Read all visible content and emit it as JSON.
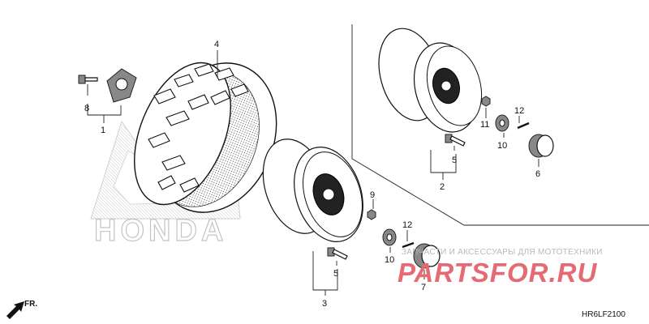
{
  "brand": {
    "text": "HONDA"
  },
  "watermark": {
    "subtitle": "ЗАПЧАСТИ И АКСЕССУАРЫ ДЛЯ МОТОТЕХНИКИ",
    "logo_text": "PARTSFOR.RU",
    "color": "#e56a72"
  },
  "direction_label": "FR.",
  "diagram_code": "HR6LF2100",
  "callouts": [
    {
      "id": "1",
      "label": "1"
    },
    {
      "id": "2",
      "label": "2"
    },
    {
      "id": "3",
      "label": "3"
    },
    {
      "id": "4",
      "label": "4"
    },
    {
      "id": "5a",
      "label": "5"
    },
    {
      "id": "5b",
      "label": "5"
    },
    {
      "id": "6",
      "label": "6"
    },
    {
      "id": "7",
      "label": "7"
    },
    {
      "id": "8",
      "label": "8"
    },
    {
      "id": "9",
      "label": "9"
    },
    {
      "id": "10a",
      "label": "10"
    },
    {
      "id": "10b",
      "label": "10"
    },
    {
      "id": "11",
      "label": "11"
    },
    {
      "id": "12a",
      "label": "12"
    },
    {
      "id": "12b",
      "label": "12"
    }
  ]
}
